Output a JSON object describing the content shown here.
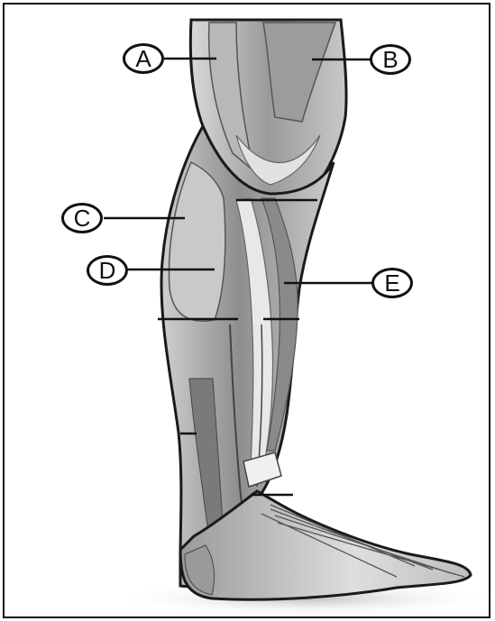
{
  "diagram": {
    "labels": [
      {
        "id": "A",
        "text": "A"
      },
      {
        "id": "B",
        "text": "B"
      },
      {
        "id": "C",
        "text": "C"
      },
      {
        "id": "D",
        "text": "D"
      },
      {
        "id": "E",
        "text": "E"
      }
    ],
    "colors": {
      "outline": "#1a1a1a",
      "muscle_light": "#e6e6e6",
      "muscle_mid": "#a9a9a9",
      "muscle_dark": "#5e5e5e",
      "background": "#ffffff"
    }
  }
}
